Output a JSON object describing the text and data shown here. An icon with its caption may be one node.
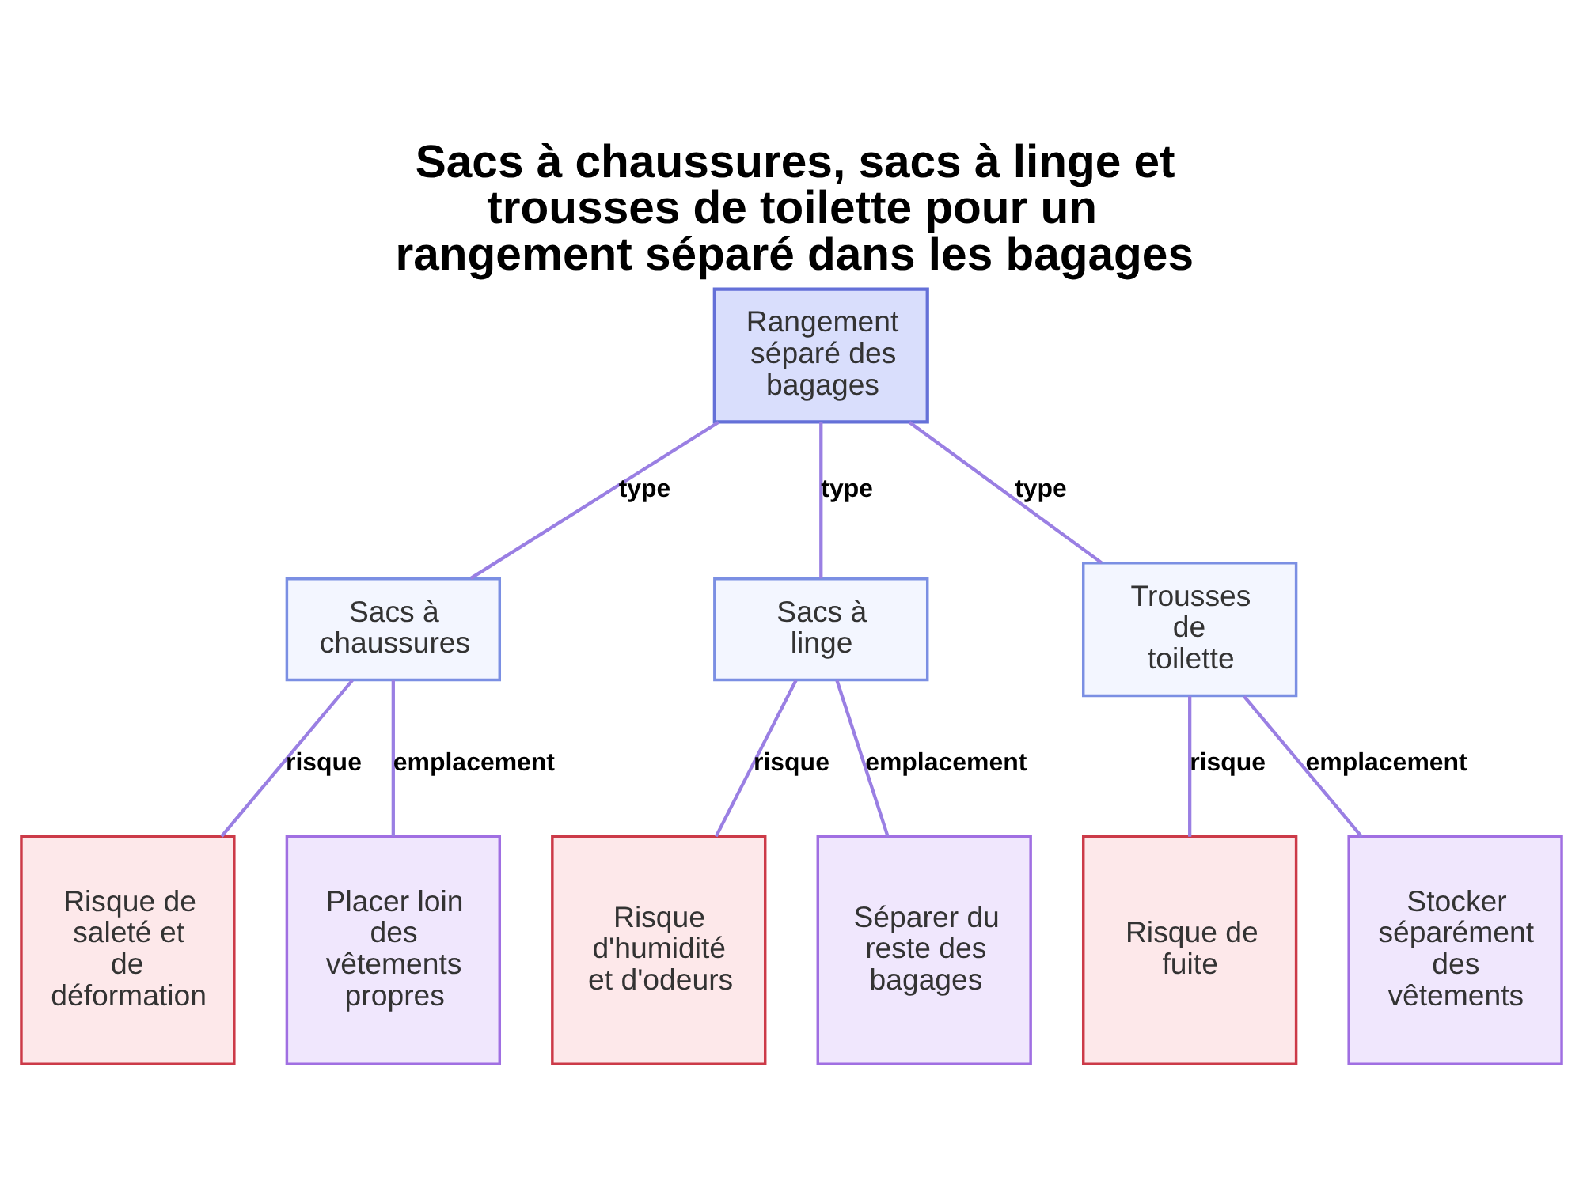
{
  "diagram": {
    "title": "Sacs à chaussures, sacs à linge et trousses de toilette pour un rangement séparé dans les bagages",
    "nodes": [
      {
        "text": [
          "Rangement séparé des bagages"
        ]
      },
      {
        "text": [
          "Sacs à chaussures"
        ]
      },
      {
        "text": [
          "Sacs à linge"
        ]
      },
      {
        "text": [
          "Trousses de toilette"
        ]
      },
      {
        "text": [
          "Risque de saleté et de déformation"
        ]
      },
      {
        "text": [
          "Placer loin des vêtements propres"
        ]
      },
      {
        "text": [
          "Risque d'humidité et d'odeurs"
        ]
      },
      {
        "text": [
          "Séparer du reste des bagages"
        ]
      },
      {
        "text": [
          "Risque de fuite"
        ]
      },
      {
        "text": [
          "Stocker séparément des vêtements"
        ]
      }
    ],
    "edges": [
      {
        "from": 0,
        "to": 1,
        "arrow": "none",
        "label": "type"
      },
      {
        "from": 0,
        "to": 2,
        "arrow": "none",
        "label": "type"
      },
      {
        "from": 0,
        "to": 3,
        "arrow": "none",
        "label": "type"
      },
      {
        "from": 1,
        "to": 4,
        "arrow": "none",
        "label": "risque"
      },
      {
        "from": 1,
        "to": 5,
        "arrow": "none",
        "label": "emplacement"
      },
      {
        "from": 2,
        "to": 6,
        "arrow": "none",
        "label": "risque"
      },
      {
        "from": 2,
        "to": 7,
        "arrow": "none",
        "label": "emplacement"
      },
      {
        "from": 3,
        "to": 8,
        "arrow": "none",
        "label": "risque"
      },
      {
        "from": 3,
        "to": 9,
        "arrow": "none",
        "label": "emplacement"
      }
    ]
  }
}
